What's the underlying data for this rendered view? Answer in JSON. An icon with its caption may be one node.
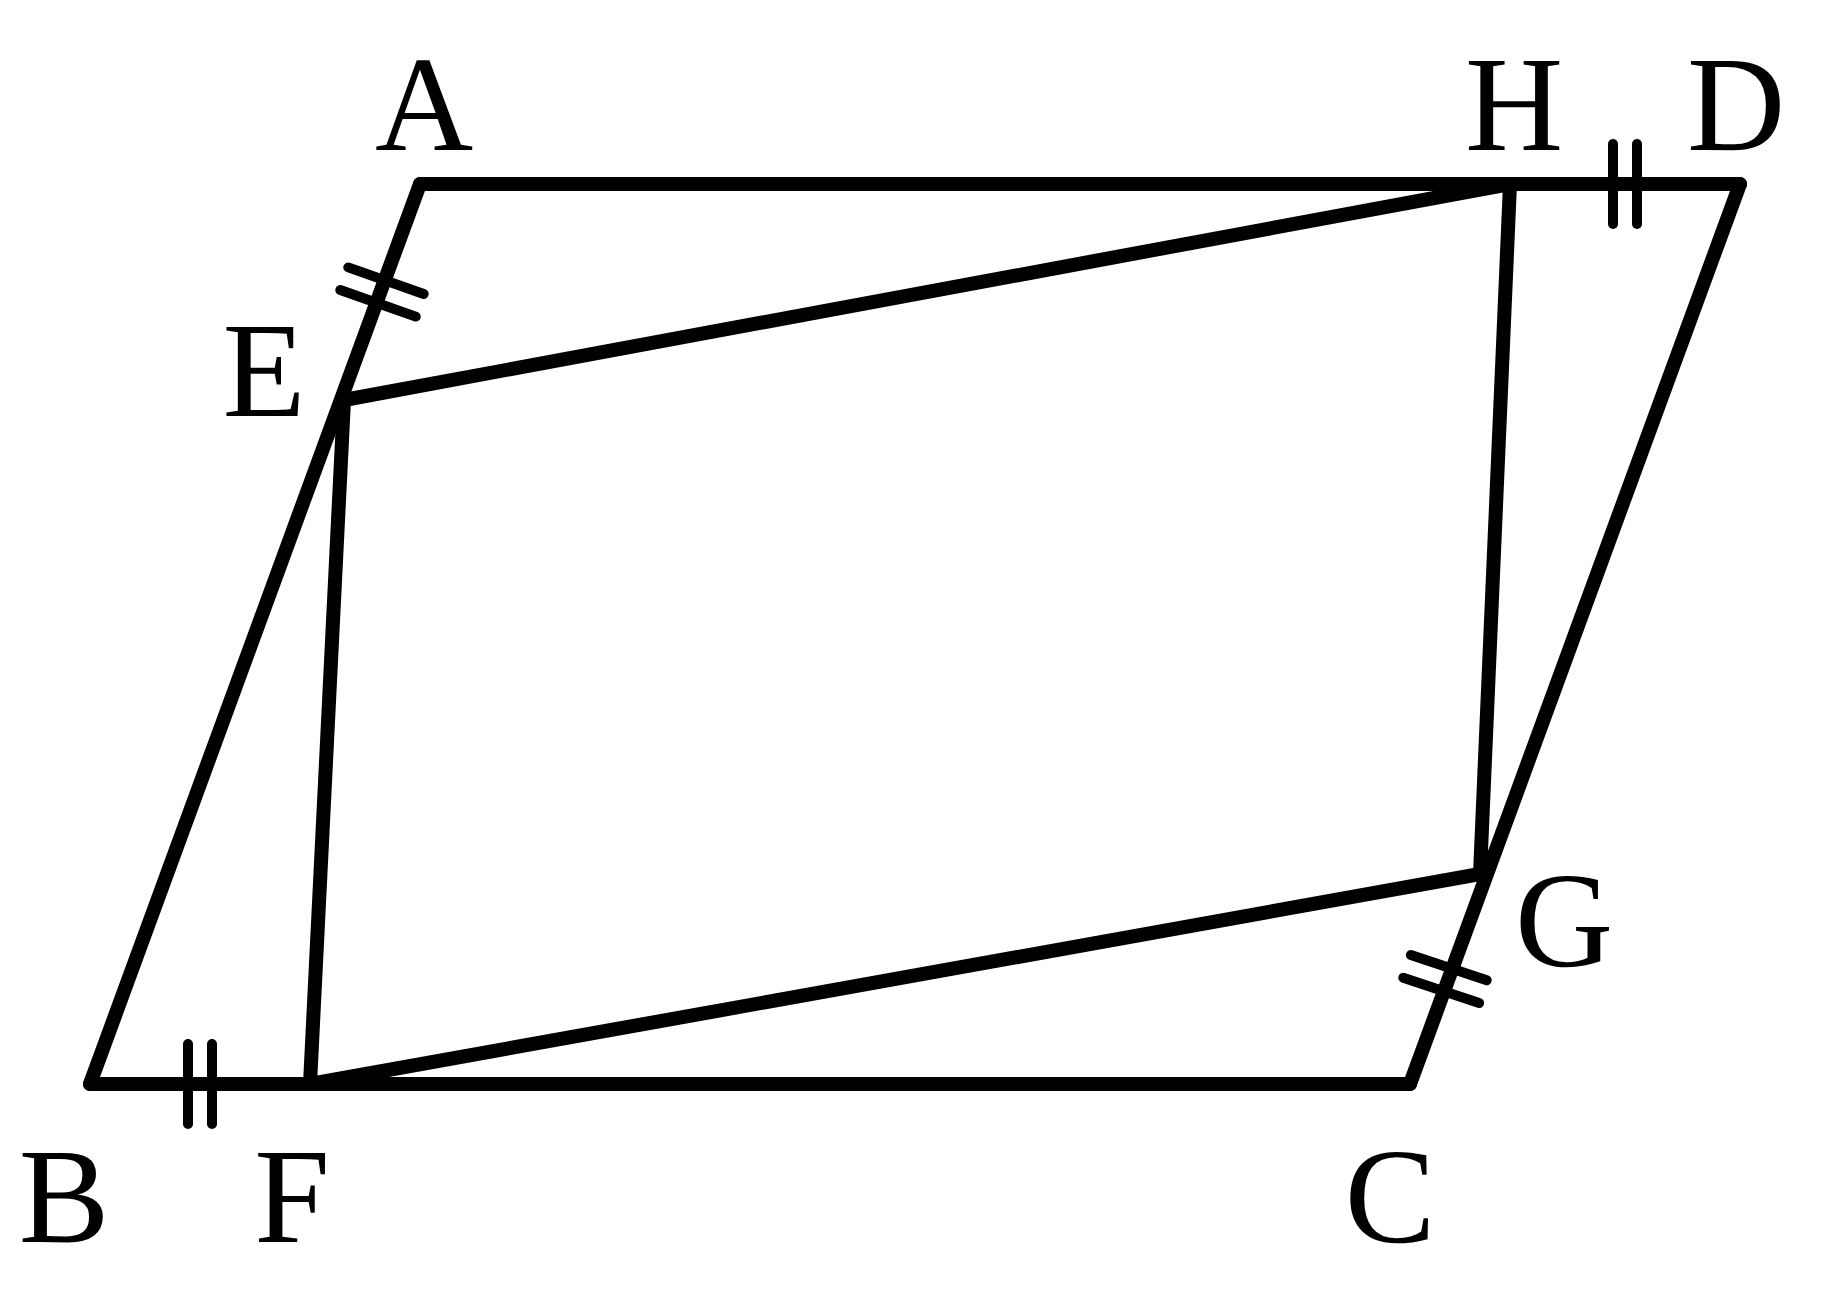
{
  "diagram": {
    "labels": [
      "A",
      "H",
      "D",
      "E",
      "G",
      "B",
      "F",
      "C"
    ]
  }
}
